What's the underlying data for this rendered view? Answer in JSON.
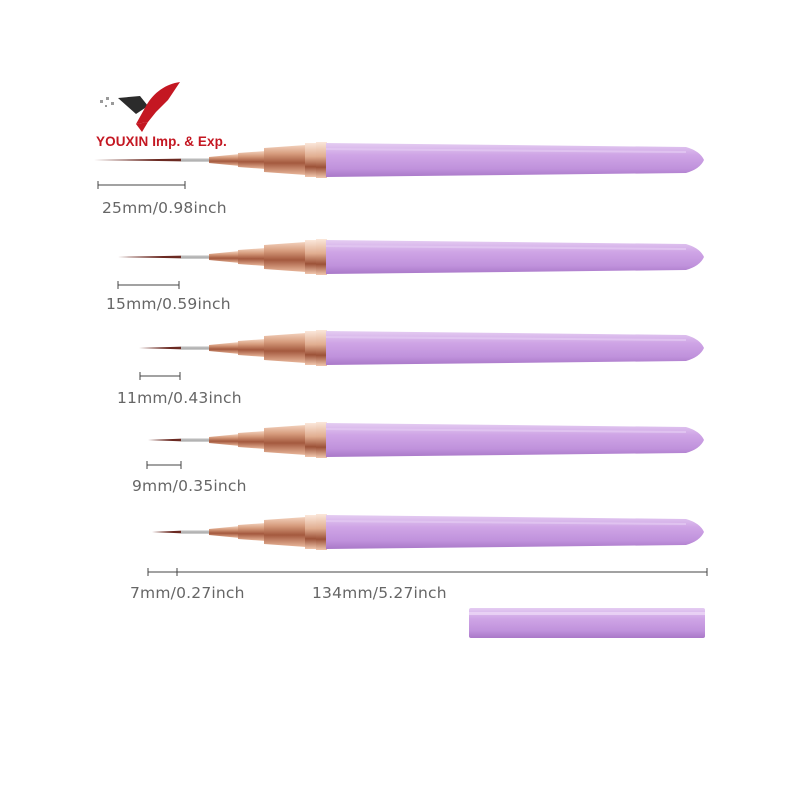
{
  "brand": {
    "name": "YOUXIN Imp. & Exp.",
    "colors": {
      "red": "#c41722",
      "dark": "#2b2b2b",
      "gray": "#9a9a9a"
    }
  },
  "colors": {
    "handle": "#c79ce0",
    "handle_shadow": "#b184d1",
    "handle_highlight": "#e2c8f1",
    "ferrule": "#c8876a",
    "bristle": "#6b2a22",
    "measure_line": "#444444",
    "label_text": "#666666"
  },
  "brushes": [
    {
      "label": "25mm/0.98inch"
    },
    {
      "label": "15mm/0.59inch"
    },
    {
      "label": "11mm/0.43inch"
    },
    {
      "label": "9mm/0.35inch"
    },
    {
      "label": "7mm/0.27inch"
    }
  ],
  "total_length": {
    "label": "134mm/5.27inch"
  },
  "cap": {
    "icon": "brush-cap"
  }
}
